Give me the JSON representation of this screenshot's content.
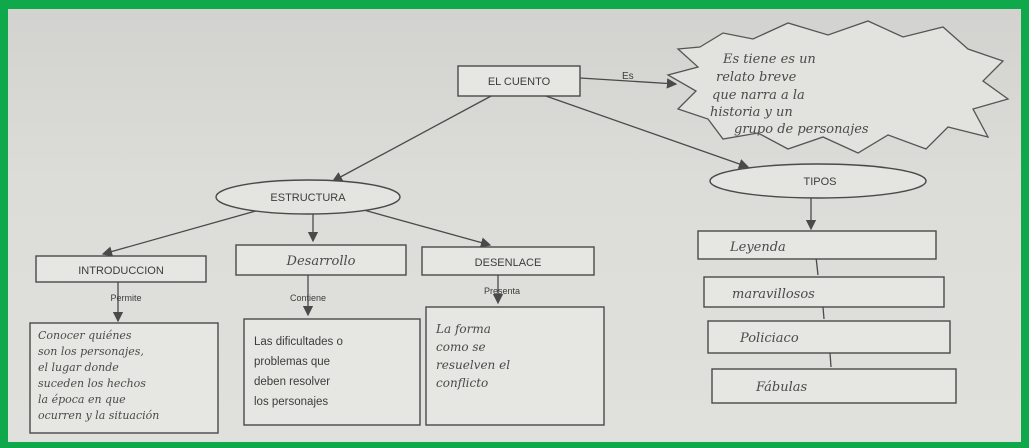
{
  "root": {
    "label": "EL CUENTO"
  },
  "definition": {
    "connector": "Es",
    "lines": [
      "Es tiene es un",
      "relato breve",
      "que narra a la",
      "historia y un",
      "grupo de personajes"
    ]
  },
  "structure": {
    "label": "ESTRUCTURA",
    "parts": [
      {
        "label": "INTRODUCCION",
        "connector": "Permite",
        "detail": [
          "Conocer quiénes",
          "son los personajes,",
          "el lugar donde",
          "suceden los hechos",
          "la época en que",
          "ocurren y la situación"
        ]
      },
      {
        "label": "Desarrollo",
        "connector": "Contiene",
        "detail": [
          "Las dificultades o",
          "problemas que",
          "deben resolver",
          "los personajes"
        ]
      },
      {
        "label": "DESENLACE",
        "connector": "Presenta",
        "detail": [
          "La forma",
          "como se",
          "resuelven el",
          "conflicto"
        ]
      }
    ]
  },
  "types": {
    "label": "TIPOS",
    "items": [
      "Leyenda",
      "maravillosos",
      "Policiaco",
      "Fábulas"
    ]
  }
}
